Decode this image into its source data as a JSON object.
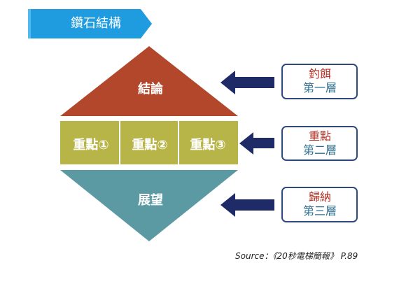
{
  "header": {
    "title": "鑽石結構"
  },
  "diagram": {
    "top": {
      "label": "結論"
    },
    "middle": [
      {
        "label": "重點①"
      },
      {
        "label": "重點②"
      },
      {
        "label": "重點③"
      }
    ],
    "bottom": {
      "label": "展望"
    },
    "callouts": [
      {
        "main": "釣餌",
        "sub": "第一層"
      },
      {
        "main": "重點",
        "sub": "第二層"
      },
      {
        "main": "歸納",
        "sub": "第三層"
      }
    ]
  },
  "source": "Source：《20秒電梯簡報》 P.89",
  "colors": {
    "header_blue": "#1f9be0",
    "top_red": "#b2472b",
    "middle_olive": "#b8b548",
    "bottom_teal": "#5b9aa3",
    "arrow_navy": "#1e2b66",
    "callout_border": "#2f4b7d",
    "callout_main": "#b22e23",
    "callout_sub": "#2e6f90"
  }
}
